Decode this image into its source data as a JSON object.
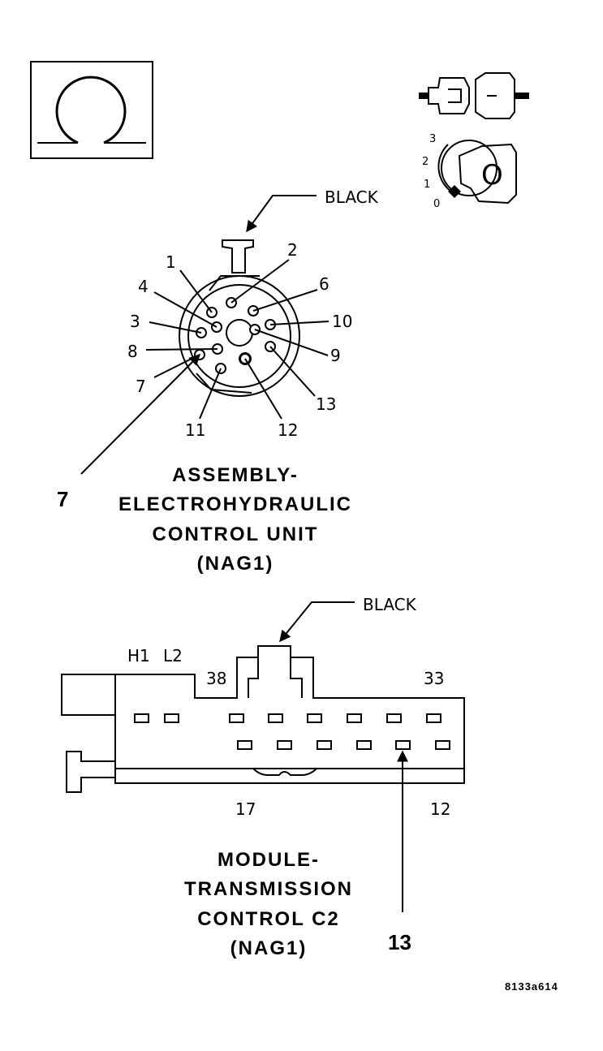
{
  "omega_box": {
    "symbol": "ohms-meter-symbol"
  },
  "ignition": {
    "positions": [
      "3",
      "2",
      "1",
      "0"
    ],
    "key_label": "O"
  },
  "upper_connector": {
    "color_label": "BLACK",
    "pins": [
      "1",
      "2",
      "3",
      "4",
      "6",
      "7",
      "8",
      "9",
      "10",
      "11",
      "12",
      "13"
    ],
    "callout": "7",
    "caption": [
      "ASSEMBLY-",
      "ELECTROHYDRAULIC",
      "CONTROL UNIT",
      "(NAG1)"
    ]
  },
  "lower_connector": {
    "color_label": "BLACK",
    "labels": {
      "h1": "H1",
      "l2": "L2",
      "p38": "38",
      "p33": "33",
      "p17": "17",
      "p12": "12"
    },
    "callout": "13",
    "caption": [
      "MODULE-",
      "TRANSMISSION",
      "CONTROL C2",
      "(NAG1)"
    ]
  },
  "figure_ref": "8133a614"
}
